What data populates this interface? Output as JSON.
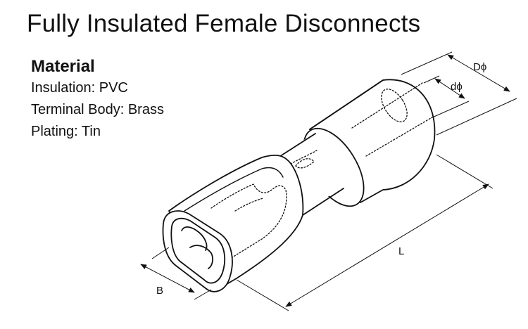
{
  "title": "Fully Insulated Female Disconnects",
  "material": {
    "heading": "Material",
    "lines": [
      "Insulation: PVC",
      "Terminal Body: Brass",
      "Plating: Tin"
    ]
  },
  "dimensions": {
    "outer_diameter": "Dϕ",
    "inner_diameter": "dϕ",
    "length": "L",
    "width": "B"
  },
  "colors": {
    "ink": "#111111",
    "background": "#ffffff"
  }
}
